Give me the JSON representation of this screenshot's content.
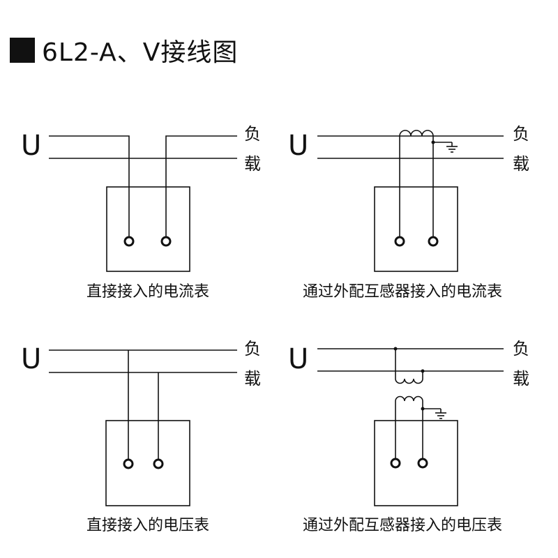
{
  "title": "6L2-A、V接线图",
  "line_label": "U",
  "load_label_top": "负",
  "load_label_bottom": "载",
  "captions": {
    "direct_ammeter": "直接接入的电流表",
    "ct_ammeter": "通过外配互感器接入的电流表",
    "direct_voltmeter": "直接接入的电压表",
    "pt_voltmeter": "通过外配互感器接入的电压表"
  }
}
